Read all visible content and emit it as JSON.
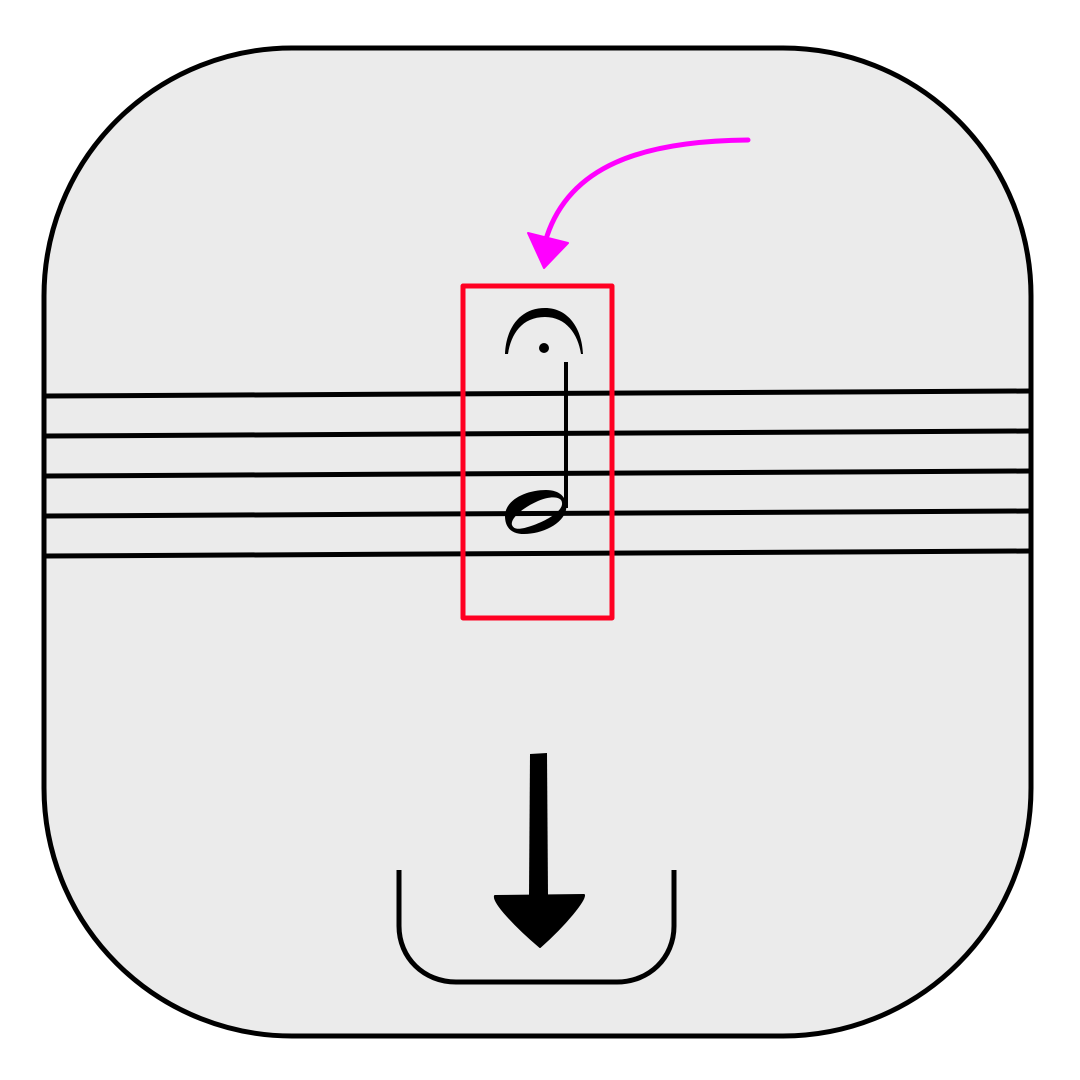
{
  "icon": {
    "semantic": "insert-fermata-icon",
    "colors": {
      "tile_background": "#ebebeb",
      "outline": "#000000",
      "highlight_box": "#ff0022",
      "pointer_arrow": "#ff00ff",
      "notation": "#000000"
    },
    "parts": {
      "staff": {
        "line_count": 5
      },
      "note": {
        "type": "half-note",
        "stem": "up"
      },
      "articulation": {
        "type": "fermata"
      },
      "insert_arrow": {
        "direction": "down"
      },
      "tray": {
        "shape": "open-bracket"
      }
    }
  }
}
